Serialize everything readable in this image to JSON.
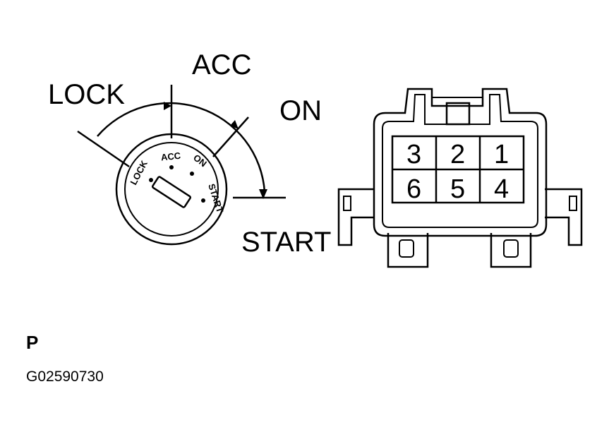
{
  "ignition_switch": {
    "positions": {
      "lock": "LOCK",
      "acc": "ACC",
      "on": "ON",
      "start": "START"
    },
    "face_labels": {
      "lock": "LOCK",
      "acc": "ACC",
      "on": "ON",
      "start": "START"
    }
  },
  "connector": {
    "pins": [
      "3",
      "2",
      "1",
      "6",
      "5",
      "4"
    ]
  },
  "caption": {
    "view_letter": "P",
    "figure_id": "G02590730"
  }
}
